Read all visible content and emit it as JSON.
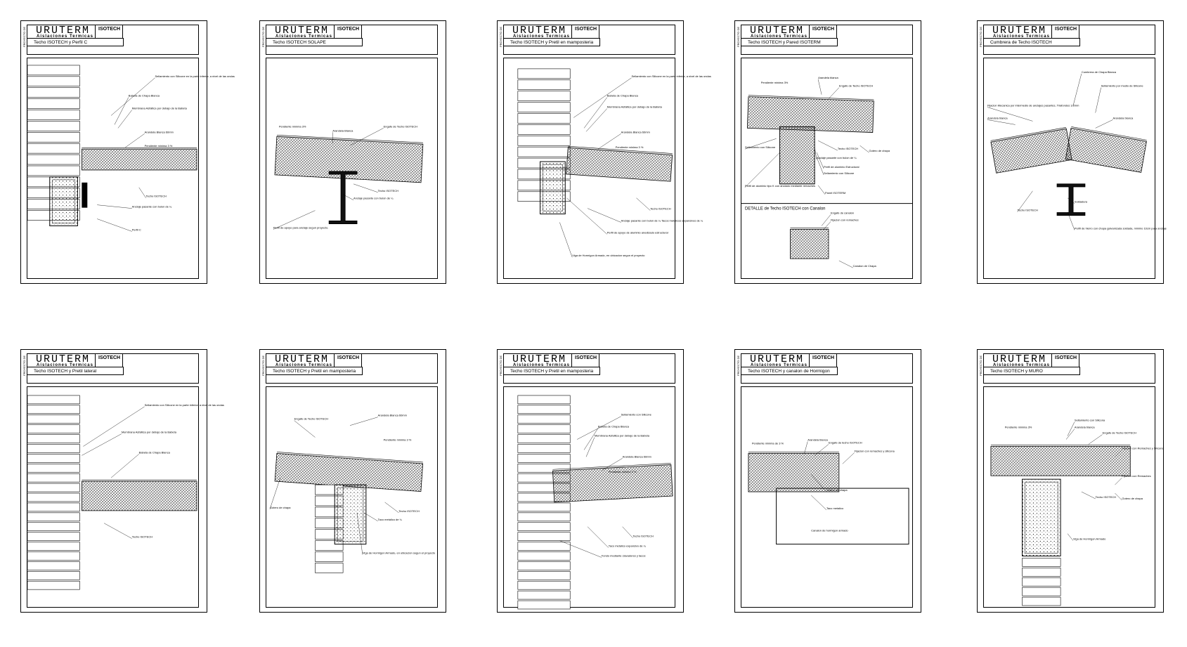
{
  "sheets": [
    {
      "title": "URUTERM",
      "subtitle": "Aislaciones Termicas",
      "brand": "ISOTECH",
      "detail": "Techo ISOTECH y Perfil C",
      "side": "PROYECTO DE",
      "labels": [
        "Sellamiento con Silicone en la parte inferior, a nivel de las ondas",
        "Babeta de Chapa Blanca",
        "Membrana Asfaltica por debajo de la Babeta",
        "Arandela Blanca 60mm",
        "Pendiente minima 3 %",
        "Techo ISOTECH",
        "Anclaje pasante con bulon de ¼",
        "Perfil C"
      ]
    },
    {
      "title": "URUTERM",
      "subtitle": "Aislaciones Termicas",
      "brand": "ISOTECH",
      "detail": "Techo ISOTECH SOLAPE",
      "side": "PROYECTO DE",
      "labels": [
        "Arandela Blanca",
        "Engafe de Techo ISOTECH",
        "Pendiente minima 3%",
        "Techo ISOTECH",
        "Anclaje pasante con bulon de ¼",
        "Perfil de apoyo para anclaje segun proyecto."
      ]
    },
    {
      "title": "URUTERM",
      "subtitle": "Aislaciones Termicas",
      "brand": "ISOTECH",
      "detail": "Techo ISOTECH y Pretil en mamposteria",
      "side": "PROYECTO DE",
      "labels": [
        "Sellamiento con Silicone en la parte inferior, a nivel de las ondas",
        "Babeta de Chapa Blanca",
        "Membrana Asfaltica por debajo de la Babeta",
        "Arandela Blanca 60mm",
        "Pendiente minima 3 %",
        "Techo ISOTECH",
        "Anclaje pasante con bulon de ¼ Tacos metalicos expansivos de ¼",
        "Perfil de apoyo de aluminio anodizado estructural",
        "Viga de Hormigon Armado, en ubicacion segun el proyecto"
      ]
    },
    {
      "title": "URUTERM",
      "subtitle": "Aislaciones Termicas",
      "brand": "ISOTECH",
      "detail": "Techo ISOTECH y Pared ISOTERM",
      "side": "PROYECTO DE",
      "labels": [
        "Pendiente minima 3%",
        "Arandela blanca",
        "Engafe de Techo ISOTECH",
        "Sellamiento con Silicone",
        "Techo ISOTECH",
        "Gotero de chapa",
        "Anclaje pasante con bulon de ¼",
        "Perfil de aluminio Estructural",
        "Sellamiento con Silicone",
        "Perfil de aluminio tipo K con anclado mediante remaches",
        "Panel ISOTERM",
        "DETALLE de Techo ISOTECH con Canalon",
        "Engafe de canalon",
        "Fijacion con remaches",
        "Canalon de Chapa"
      ]
    },
    {
      "title": "URUTERM",
      "subtitle": "Aislaciones Termicas",
      "brand": "ISOTECH",
      "detail": "Cumbrera de Techo ISOTECH",
      "side": "PROYECTO DE",
      "labels": [
        "Cumbrera de Chapa Blanca",
        "Sellamiento por medio de Silicone",
        "Fijacion Mecanica por intermedio de anclajes pasantes, Tirafondos 1/2mm",
        "Arandela blanca",
        "Arandela blanca",
        "Techo ISOTECH",
        "Soldadura",
        "Perfil de hierro con chapa galvanizada soldada, minimo 10cm para anclaje"
      ]
    },
    {
      "title": "URUTERM",
      "subtitle": "Aislaciones Termicas",
      "brand": "ISOTECH",
      "detail": "Techo ISOTECH y Pretil lateral",
      "side": "PROYECTO DE",
      "labels": [
        "Sellamiento con Silicone en la parte inferior, a nivel de las ondas",
        "Membrana Asfaltica por debajo de la Babeta",
        "Babeta de Chapa Blanca",
        "Techo ISOTECH"
      ]
    },
    {
      "title": "URUTERM",
      "subtitle": "Aislaciones Termicas",
      "brand": "ISOTECH",
      "detail": "Techo ISOTECH y Pretil en mamposteria",
      "side": "PROYECTO DE",
      "labels": [
        "Engafe de Techo ISOTECH",
        "Arandela Blanca 60mm",
        "Pendiente minima 3 %",
        "Gotero de chapa",
        "Techo ISOTECH",
        "Taco metalico de ¼",
        "Viga de Hormigon Armado, en ubicacion segun el proyecto"
      ]
    },
    {
      "title": "URUTERM",
      "subtitle": "Aislaciones Termicas",
      "brand": "ISOTECH",
      "detail": "Techo ISOTECH y Pretil en mamposteria",
      "side": "PROYECTO DE",
      "labels": [
        "Sellamiento con Silicone",
        "Babeta de Chapa Blanca",
        "Membrana Asfaltica por debajo de la Babeta",
        "Arandela Blanca 60mm",
        "Pendiente minima 3 %",
        "Techo ISOTECH",
        "Taco metalico expansivo de ¼",
        "Fondo mediante clavadores y tacos"
      ]
    },
    {
      "title": "URUTERM",
      "subtitle": "Aislaciones Termicas",
      "brand": "ISOTECH",
      "detail": "Techo ISOTECH y canalon de Hormigon",
      "side": "PROYECTO DE",
      "labels": [
        "Pendiente minima de 3 %",
        "Arandela blanca",
        "Engafe de techo ISOTECH",
        "Fijacion con remaches y silicona",
        "Gotero de chapa",
        "Taco metalico",
        "Canalon de hormigon armado"
      ]
    },
    {
      "title": "URUTERM",
      "subtitle": "Aislaciones Termicas",
      "brand": "ISOTECH",
      "detail": "Techo ISOTECH y MURO",
      "side": "PROYECTO DE",
      "labels": [
        "Pendiente minima 3%",
        "Sellamiento con Silicona",
        "Arandela blanca",
        "Engafe de Techo ISOTECH",
        "Fijacion con Remaches y Silicona",
        "Fijacion con Remaches",
        "Techo ISOTECH",
        "Gotero de chapa",
        "Viga de Hormigon Armado"
      ]
    }
  ]
}
